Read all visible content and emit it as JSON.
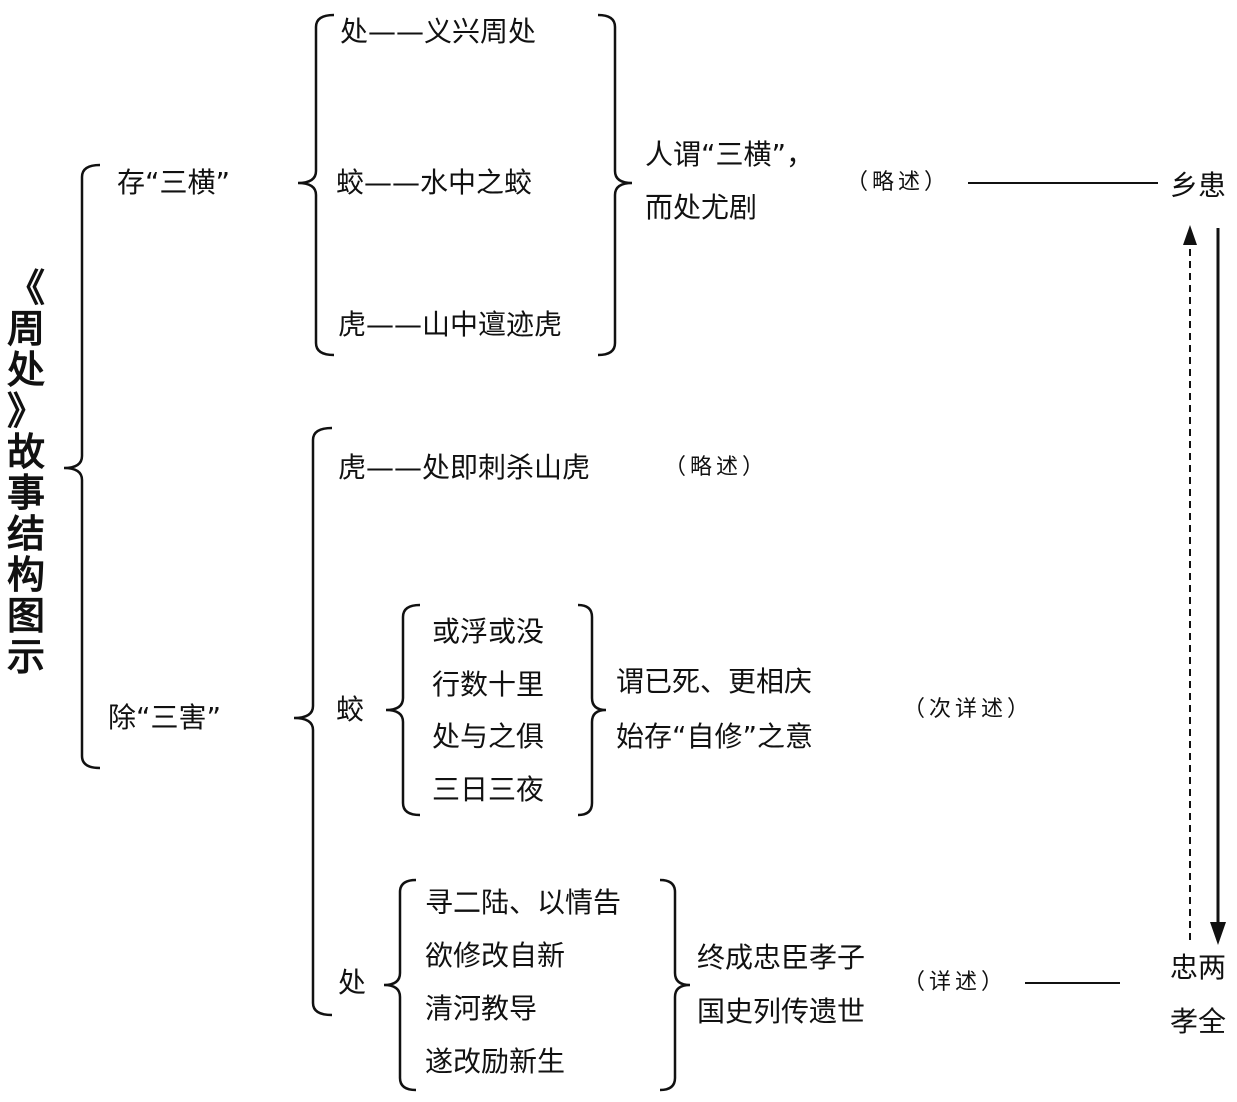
{
  "title": [
    "《",
    "周",
    "处",
    "》",
    "故",
    "事",
    "结",
    "构",
    "图",
    "示"
  ],
  "branches": {
    "cun": "存“三横”",
    "chu": "除“三害”"
  },
  "sanheng": {
    "items": [
      "处——义兴周处",
      "蛟——水中之蛟",
      "虎——山中邅迹虎"
    ],
    "summary": [
      "人谓“三横”，",
      "而处尤剧"
    ],
    "note": "（略述）",
    "result": "乡患"
  },
  "sanhai": {
    "hu": {
      "text": "虎——处即刺杀山虎",
      "note": "（略述）"
    },
    "jiao": {
      "label": "蛟",
      "items": [
        "或浮或没",
        "行数十里",
        "处与之俱",
        "三日三夜"
      ],
      "summary": [
        "谓已死、更相庆",
        "始存“自修”之意"
      ],
      "note": "（次详述）"
    },
    "chu": {
      "label": "处",
      "items": [
        "寻二陆、以情告",
        "欲修改自新",
        "清河教导",
        "遂改励新生"
      ],
      "summary": [
        "终成忠臣孝子",
        "国史列传遗世"
      ],
      "note": "（详述）"
    },
    "result": [
      "忠两",
      "孝全"
    ]
  }
}
